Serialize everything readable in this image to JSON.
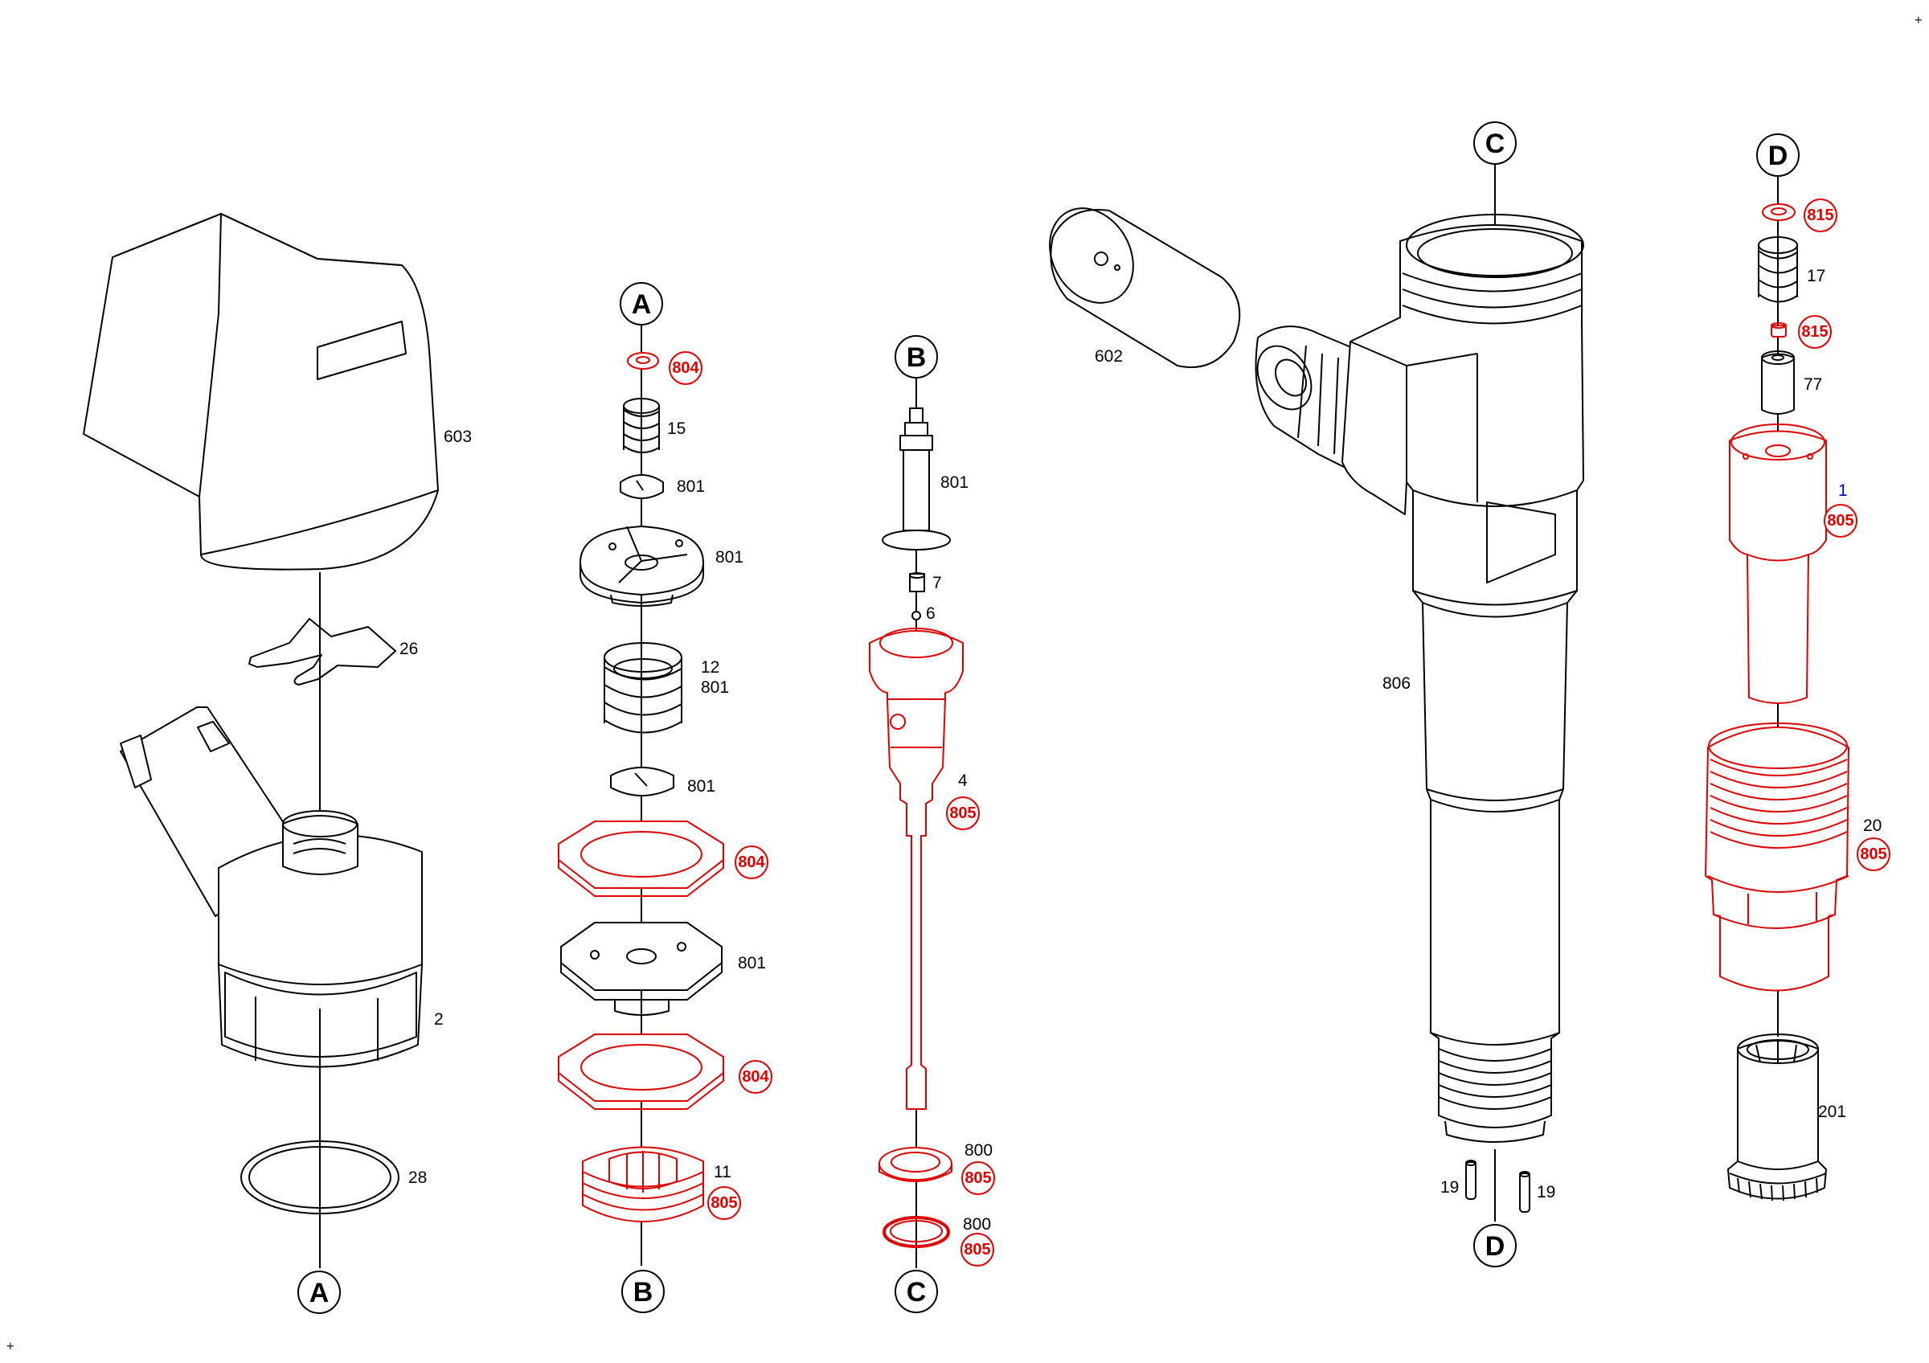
{
  "colors": {
    "line": "#000000",
    "highlight": "#e00000",
    "blue": "#0000cc",
    "background": "#ffffff"
  },
  "connectors": {
    "a": "A",
    "b": "B",
    "c": "C",
    "d": "D"
  },
  "labels": {
    "n603": "603",
    "n26": "26",
    "n2": "2",
    "n28": "28",
    "n15": "15",
    "n801a": "801",
    "n801b": "801",
    "n12": "12",
    "n801c": "801",
    "n801d": "801",
    "n801e": "801",
    "n11": "11",
    "n801f": "801",
    "n7": "7",
    "n6": "6",
    "n4": "4",
    "n800a": "800",
    "n800b": "800",
    "n602": "602",
    "n806": "806",
    "n19a": "19",
    "n19b": "19",
    "n17": "17",
    "n77": "77",
    "n1": "1",
    "n20": "20",
    "n201": "201"
  },
  "refs": {
    "r804a": "804",
    "r804b": "804",
    "r804c": "804",
    "r805a": "805",
    "r805b": "805",
    "r805c": "805",
    "r805d": "805",
    "r815a": "815",
    "r815b": "815",
    "r805e": "805",
    "r805f": "805"
  },
  "corner_marks": {
    "top_right": "+",
    "bottom_left": "+"
  }
}
